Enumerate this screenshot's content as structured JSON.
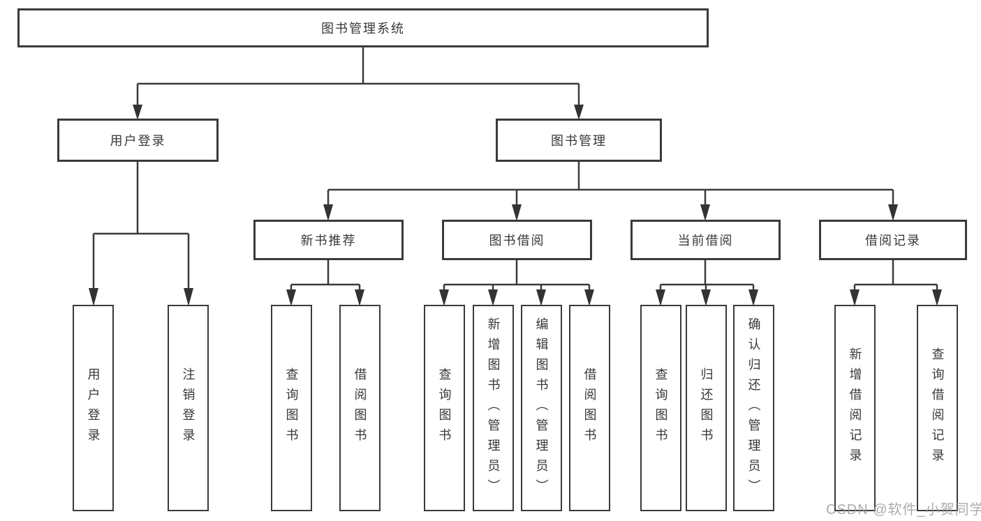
{
  "diagram": {
    "root": {
      "label": "图书管理系统"
    },
    "branches": [
      {
        "label": "用户登录",
        "children": [
          {
            "label": "用户登录"
          },
          {
            "label": "注销登录"
          }
        ]
      },
      {
        "label": "图书管理",
        "children": [
          {
            "label": "新书推荐",
            "children": [
              {
                "label": "查询图书"
              },
              {
                "label": "借阅图书"
              }
            ]
          },
          {
            "label": "图书借阅",
            "children": [
              {
                "label": "查询图书"
              },
              {
                "label": "新增图书（管理员）"
              },
              {
                "label": "编辑图书（管理员）"
              },
              {
                "label": "借阅图书"
              }
            ]
          },
          {
            "label": "当前借阅",
            "children": [
              {
                "label": "查询图书"
              },
              {
                "label": "归还图书"
              },
              {
                "label": "确认归还（管理员）"
              }
            ]
          },
          {
            "label": "借阅记录",
            "children": [
              {
                "label": "新增借阅记录"
              },
              {
                "label": "查询借阅记录"
              }
            ]
          }
        ]
      }
    ]
  },
  "watermark": "CSDN @软件_小贺同学",
  "colors": {
    "line": "#3a3a3a",
    "text": "#383838",
    "watermark": "#9e9e9e",
    "background": "#ffffff"
  }
}
